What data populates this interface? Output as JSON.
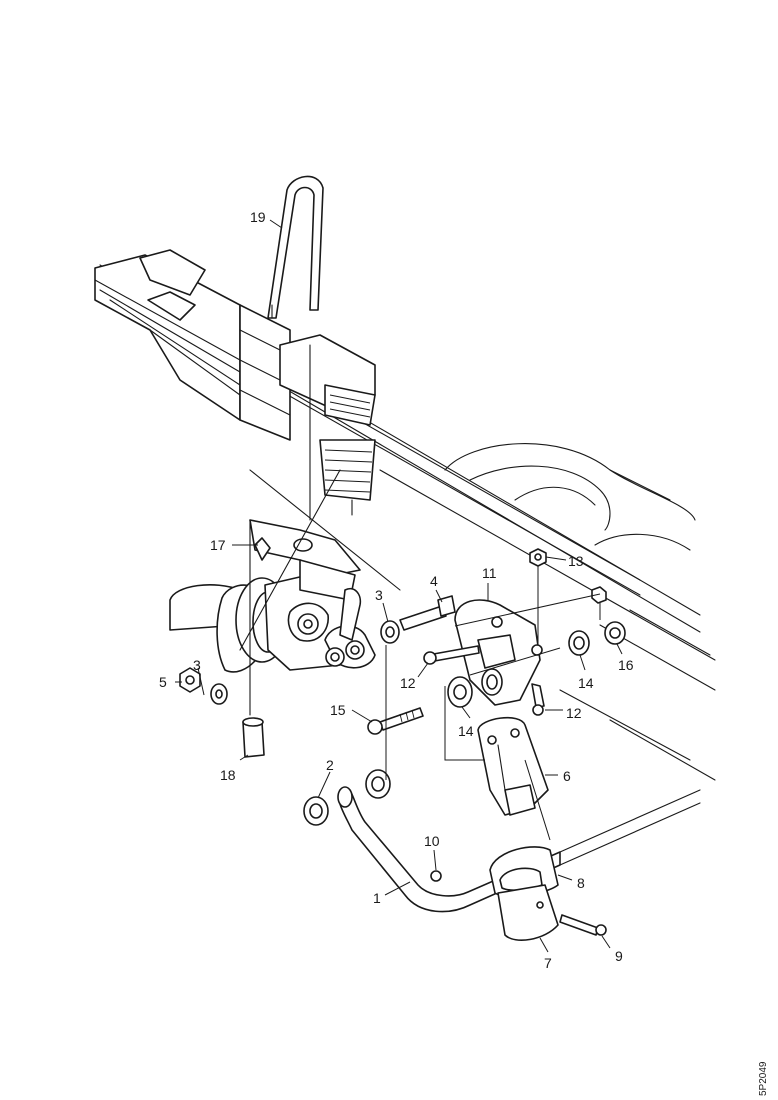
{
  "callouts": {
    "c1": "1",
    "c2": "2",
    "c3a": "3",
    "c3b": "3",
    "c4": "4",
    "c5": "5",
    "c6": "6",
    "c7": "7",
    "c8": "8",
    "c9": "9",
    "c10": "10",
    "c11": "11",
    "c12a": "12",
    "c12b": "12",
    "c13": "13",
    "c14a": "14",
    "c14b": "14",
    "c15": "15",
    "c16": "16",
    "c17": "17",
    "c18": "18",
    "c19": "19"
  },
  "drawing_ref": "5P2049"
}
